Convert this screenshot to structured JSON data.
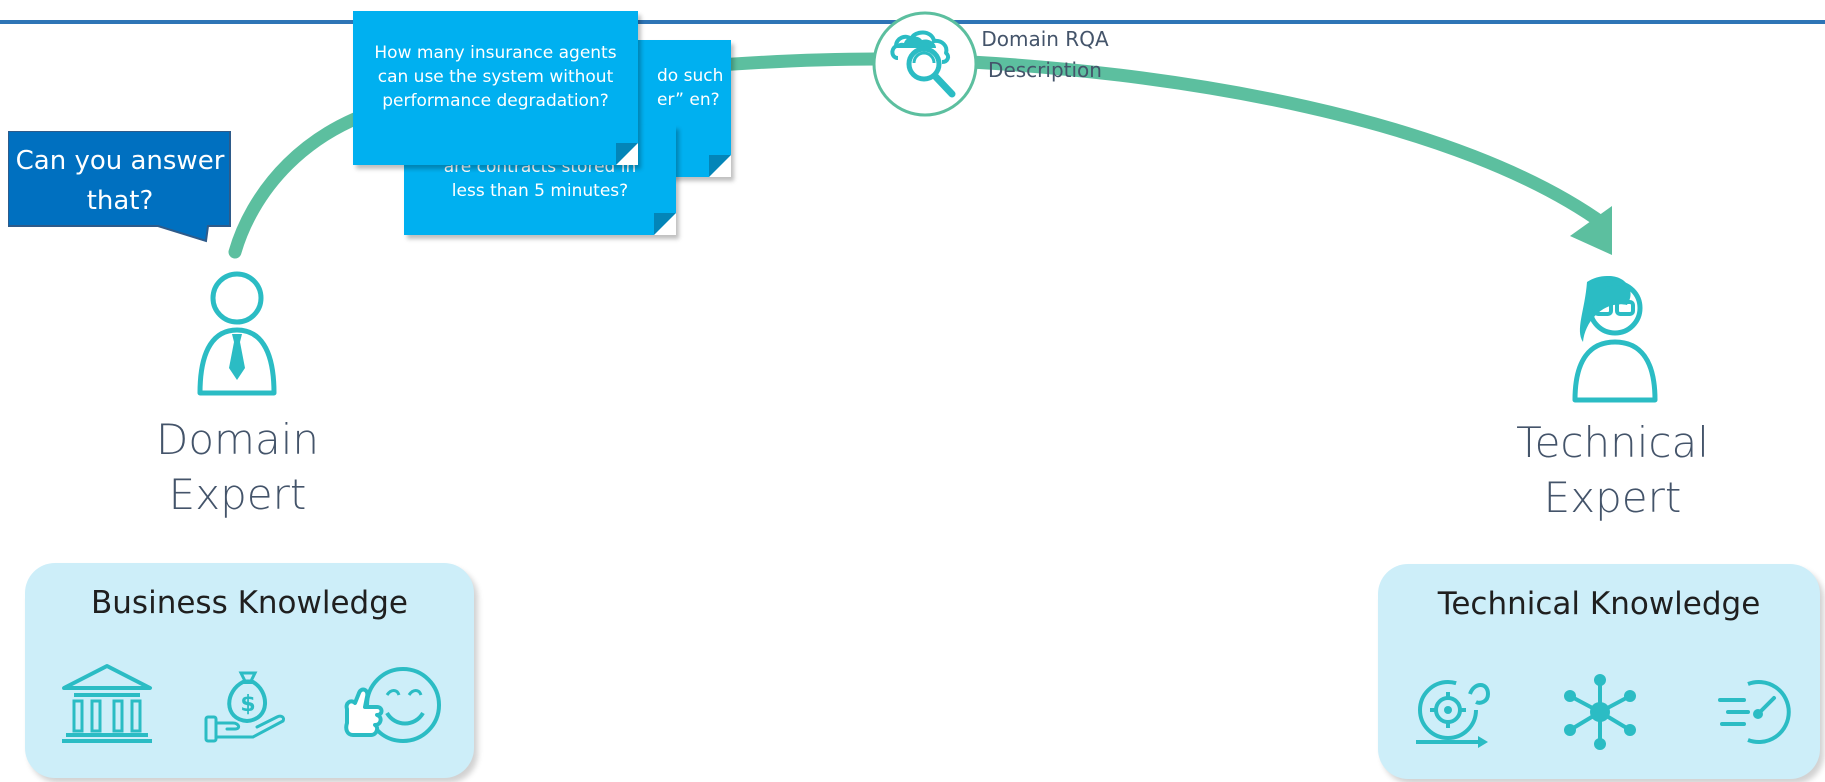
{
  "title": "",
  "speech_bubble": {
    "text": "Can you answer that?"
  },
  "notes": {
    "front": "How many insurance agents can use the system without performance degradation?",
    "back_1_visible": "do such er” en?",
    "back_2_visible": "are contracts stored in less than 5 minutes?"
  },
  "rqa": {
    "label": "Domain RQA Description",
    "icon": "cloud-magnifier-icon"
  },
  "domain_expert": {
    "label": "Domain Expert",
    "icon": "businessman-icon"
  },
  "technical_expert": {
    "label": "Technical Expert",
    "icon": "woman-with-glasses-icon"
  },
  "business_panel": {
    "title": "Business Knowledge",
    "icons": [
      "bank-icon",
      "money-bag-hand-icon",
      "happy-thumbs-up-icon"
    ]
  },
  "technical_panel": {
    "title": "Technical Knowledge",
    "icons": [
      "gear-cycle-icon",
      "network-node-icon",
      "speed-gauge-icon"
    ]
  },
  "colors": {
    "arc": "#5cbf9f",
    "note": "#00b0f0",
    "bubble": "#0070c0",
    "panel": "#cdeef9",
    "icon": "#2bbcc4",
    "header_line": "#2e75b6"
  }
}
